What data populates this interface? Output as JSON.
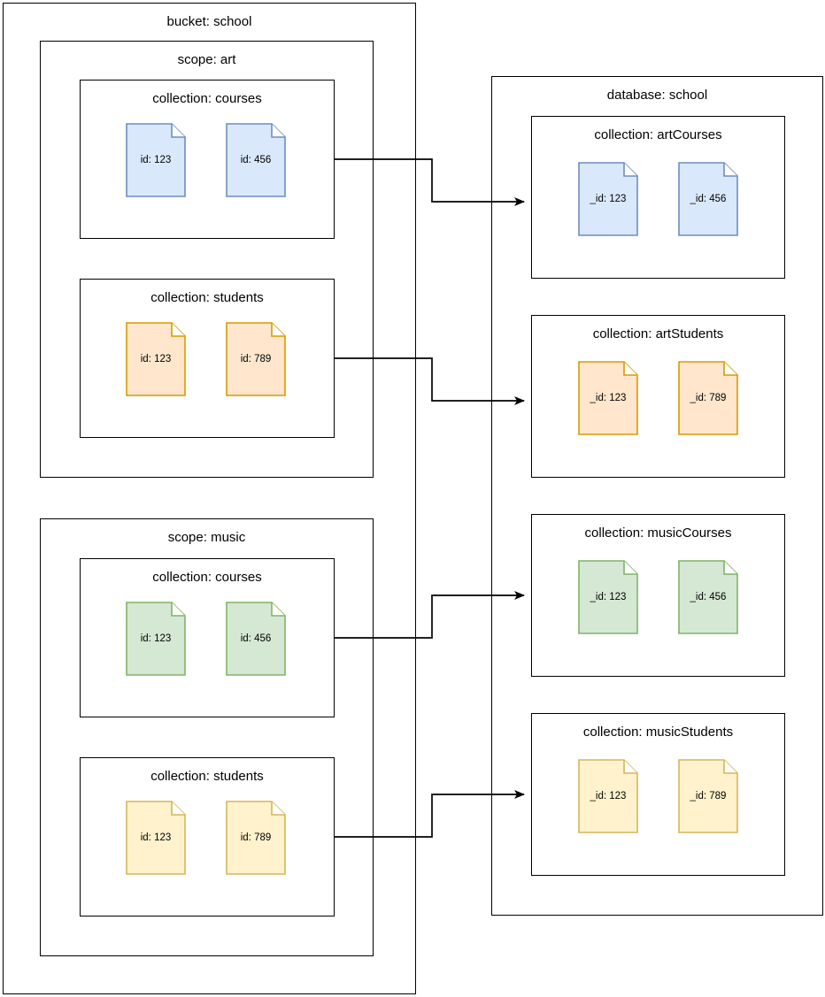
{
  "diagram": {
    "title_hidden": "",
    "colors": {
      "blue_fill": "#dae8fc",
      "blue_stroke": "#6c8ebf",
      "orange_fill": "#ffe6cc",
      "orange_stroke": "#d79b00",
      "green_fill": "#d5e8d4",
      "green_stroke": "#82b366",
      "yellow_fill": "#fff2cc",
      "yellow_stroke": "#d6b656",
      "line": "#000000"
    }
  },
  "bucket": {
    "label": "bucket: school",
    "scopes": [
      {
        "label": "scope: art",
        "collections": [
          {
            "label": "collection: courses",
            "color": "blue",
            "docs": [
              {
                "label": "id: 123"
              },
              {
                "label": "id: 456"
              }
            ]
          },
          {
            "label": "collection: students",
            "color": "orange",
            "docs": [
              {
                "label": "id: 123"
              },
              {
                "label": "id: 789"
              }
            ]
          }
        ]
      },
      {
        "label": "scope: music",
        "collections": [
          {
            "label": "collection: courses",
            "color": "green",
            "docs": [
              {
                "label": "id: 123"
              },
              {
                "label": "id: 456"
              }
            ]
          },
          {
            "label": "collection: students",
            "color": "yellow",
            "docs": [
              {
                "label": "id: 123"
              },
              {
                "label": "id: 789"
              }
            ]
          }
        ]
      }
    ]
  },
  "database": {
    "label": "database: school",
    "collections": [
      {
        "label": "collection: artCourses",
        "color": "blue",
        "docs": [
          {
            "label": "_id: 123"
          },
          {
            "label": "_id: 456"
          }
        ]
      },
      {
        "label": "collection: artStudents",
        "color": "orange",
        "docs": [
          {
            "label": "_id: 123"
          },
          {
            "label": "_id: 789"
          }
        ]
      },
      {
        "label": "collection: musicCourses",
        "color": "green",
        "docs": [
          {
            "label": "_id: 123"
          },
          {
            "label": "_id: 456"
          }
        ]
      },
      {
        "label": "collection: musicStudents",
        "color": "yellow",
        "docs": [
          {
            "label": "_id: 123"
          },
          {
            "label": "_id: 789"
          }
        ]
      }
    ]
  },
  "connectors": [
    {
      "from": "collection: courses (art)",
      "to": "collection: artCourses"
    },
    {
      "from": "collection: students (art)",
      "to": "collection: artStudents"
    },
    {
      "from": "collection: courses (music)",
      "to": "collection: musicCourses"
    },
    {
      "from": "collection: students (music)",
      "to": "collection: musicStudents"
    }
  ]
}
